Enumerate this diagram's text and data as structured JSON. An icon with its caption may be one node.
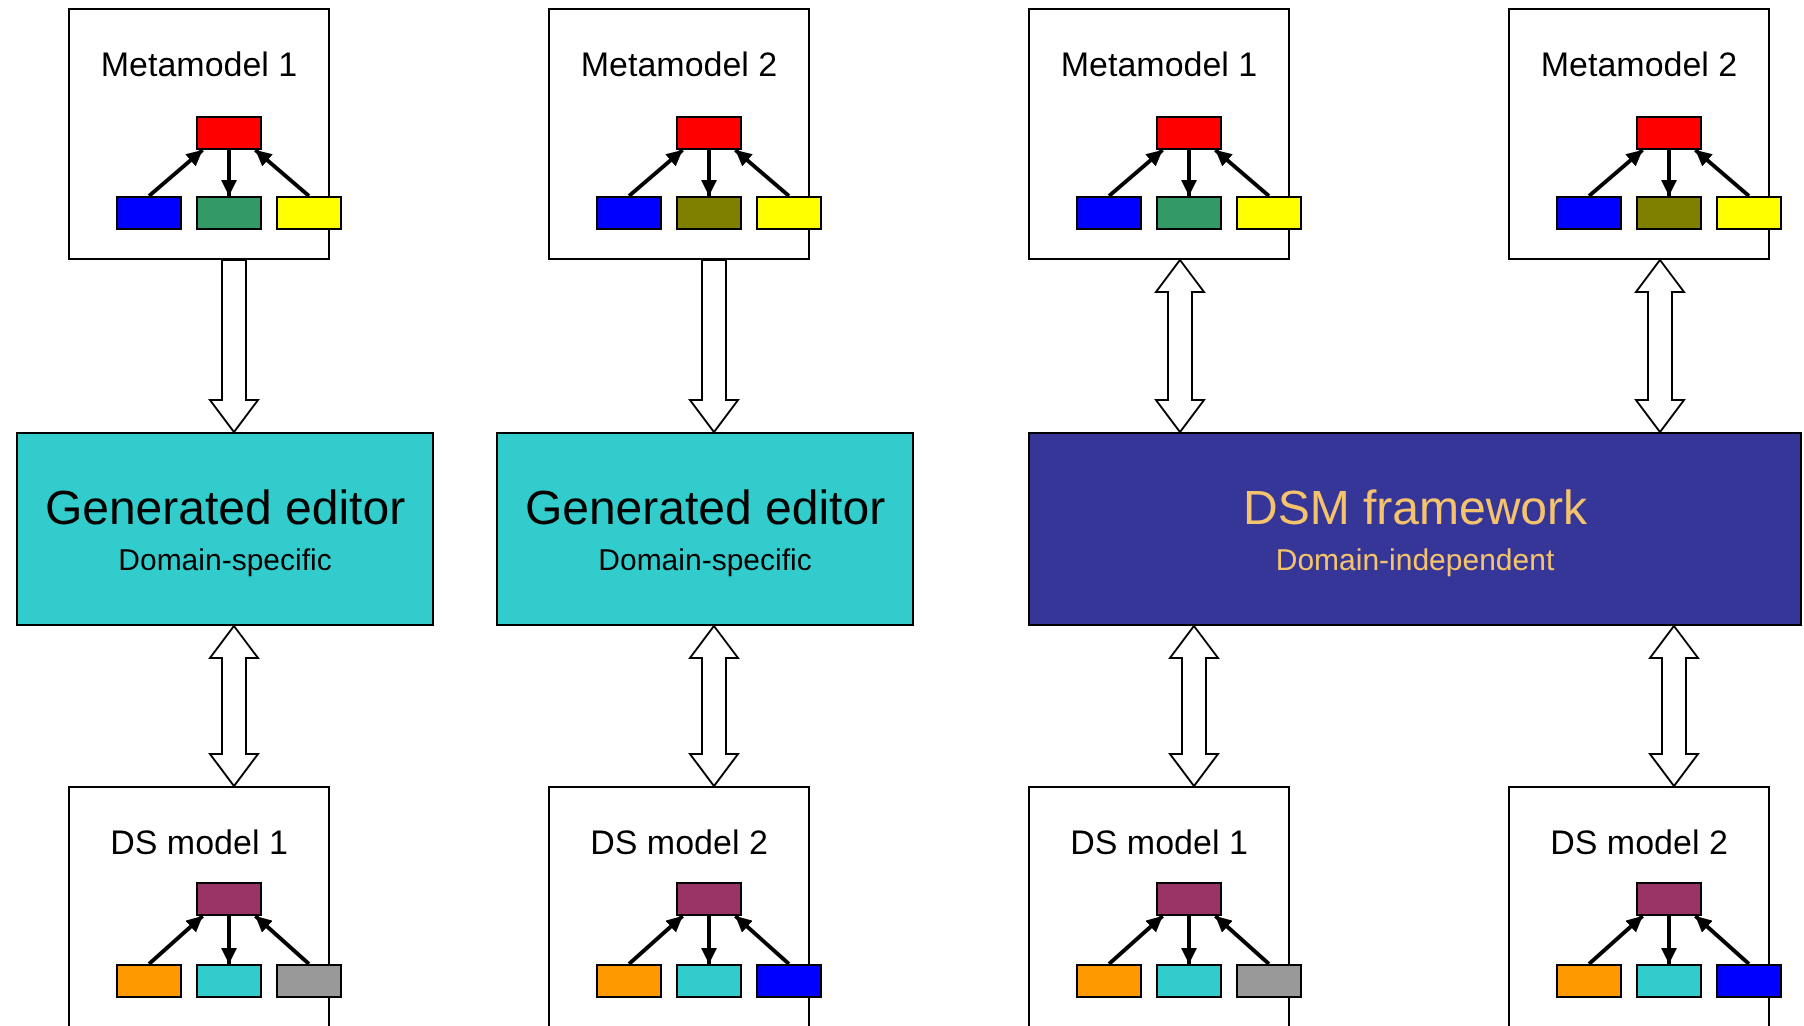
{
  "diagram": {
    "nodes": [
      {
        "text": [
          "Metamodel 1"
        ]
      },
      {
        "text": [],
        "shape": "box",
        "in": 0
      },
      {
        "text": [],
        "shape": "box",
        "in": 0
      },
      {
        "text": [],
        "shape": "box",
        "in": 0
      },
      {
        "text": [],
        "shape": "box",
        "in": 0
      },
      {
        "text": [
          "Metamodel 2"
        ]
      },
      {
        "text": [],
        "shape": "box",
        "in": 5
      },
      {
        "text": [],
        "shape": "box",
        "in": 5
      },
      {
        "text": [],
        "shape": "box",
        "in": 5
      },
      {
        "text": [],
        "shape": "box",
        "in": 5
      },
      {
        "text": [
          "Metamodel 1"
        ]
      },
      {
        "text": [],
        "shape": "box",
        "in": 10
      },
      {
        "text": [],
        "shape": "box",
        "in": 10
      },
      {
        "text": [],
        "shape": "box",
        "in": 10
      },
      {
        "text": [],
        "shape": "box",
        "in": 10
      },
      {
        "text": [
          "Metamodel 2"
        ]
      },
      {
        "text": [],
        "shape": "box",
        "in": 15
      },
      {
        "text": [],
        "shape": "box",
        "in": 15
      },
      {
        "text": [],
        "shape": "box",
        "in": 15
      },
      {
        "text": [],
        "shape": "box",
        "in": 15
      },
      {
        "text": [
          "Generated editor",
          "Domain-specific"
        ]
      },
      {
        "text": [
          "Generated editor",
          "Domain-specific"
        ]
      },
      {
        "text": [
          "DSM framework",
          "Domain-independent"
        ]
      },
      {
        "text": [
          "DS model 1"
        ]
      },
      {
        "text": [],
        "shape": "box",
        "in": 23
      },
      {
        "text": [],
        "shape": "box",
        "in": 23
      },
      {
        "text": [],
        "shape": "box",
        "in": 23
      },
      {
        "text": [],
        "shape": "box",
        "in": 23
      },
      {
        "text": [
          "DS model 2"
        ]
      },
      {
        "text": [],
        "shape": "box",
        "in": 28
      },
      {
        "text": [],
        "shape": "box",
        "in": 28
      },
      {
        "text": [],
        "shape": "box",
        "in": 28
      },
      {
        "text": [],
        "shape": "box",
        "in": 28
      },
      {
        "text": [
          "DS model 1"
        ]
      },
      {
        "text": [],
        "shape": "box",
        "in": 33
      },
      {
        "text": [],
        "shape": "box",
        "in": 33
      },
      {
        "text": [],
        "shape": "box",
        "in": 33
      },
      {
        "text": [],
        "shape": "box",
        "in": 33
      },
      {
        "text": [
          "DS model 2"
        ]
      },
      {
        "text": [],
        "shape": "box",
        "in": 38
      },
      {
        "text": [],
        "shape": "box",
        "in": 38
      },
      {
        "text": [],
        "shape": "box",
        "in": 38
      },
      {
        "text": [],
        "shape": "box",
        "in": 38
      }
    ],
    "edges": [
      {
        "from": 0,
        "to": 20,
        "arrow": "to",
        "style": "thick"
      },
      {
        "from": 5,
        "to": 21,
        "arrow": "to",
        "style": "thick"
      },
      {
        "from": 10,
        "to": 22,
        "arrow": "both",
        "style": "thick"
      },
      {
        "from": 15,
        "to": 22,
        "arrow": "both",
        "style": "thick"
      },
      {
        "from": 20,
        "to": 23,
        "arrow": "both",
        "style": "thick"
      },
      {
        "from": 21,
        "to": 28,
        "arrow": "both",
        "style": "thick"
      },
      {
        "from": 22,
        "to": 33,
        "arrow": "both",
        "style": "thick"
      },
      {
        "from": 22,
        "to": 38,
        "arrow": "both",
        "style": "thick"
      },
      {
        "from": 2,
        "to": 1,
        "arrow": "to"
      },
      {
        "from": 1,
        "to": 3,
        "arrow": "to"
      },
      {
        "from": 4,
        "to": 1,
        "arrow": "to"
      },
      {
        "from": 7,
        "to": 6,
        "arrow": "to"
      },
      {
        "from": 6,
        "to": 8,
        "arrow": "to"
      },
      {
        "from": 9,
        "to": 6,
        "arrow": "to"
      },
      {
        "from": 12,
        "to": 11,
        "arrow": "to"
      },
      {
        "from": 11,
        "to": 13,
        "arrow": "to"
      },
      {
        "from": 14,
        "to": 11,
        "arrow": "to"
      },
      {
        "from": 17,
        "to": 16,
        "arrow": "to"
      },
      {
        "from": 16,
        "to": 18,
        "arrow": "to"
      },
      {
        "from": 19,
        "to": 16,
        "arrow": "to"
      },
      {
        "from": 25,
        "to": 24,
        "arrow": "to"
      },
      {
        "from": 24,
        "to": 26,
        "arrow": "to"
      },
      {
        "from": 27,
        "to": 24,
        "arrow": "to"
      },
      {
        "from": 30,
        "to": 29,
        "arrow": "to"
      },
      {
        "from": 29,
        "to": 31,
        "arrow": "to"
      },
      {
        "from": 32,
        "to": 29,
        "arrow": "to"
      },
      {
        "from": 35,
        "to": 34,
        "arrow": "to"
      },
      {
        "from": 34,
        "to": 36,
        "arrow": "to"
      },
      {
        "from": 37,
        "to": 34,
        "arrow": "to"
      },
      {
        "from": 40,
        "to": 39,
        "arrow": "to"
      },
      {
        "from": 39,
        "to": 41,
        "arrow": "to"
      },
      {
        "from": 42,
        "to": 39,
        "arrow": "to"
      }
    ]
  }
}
